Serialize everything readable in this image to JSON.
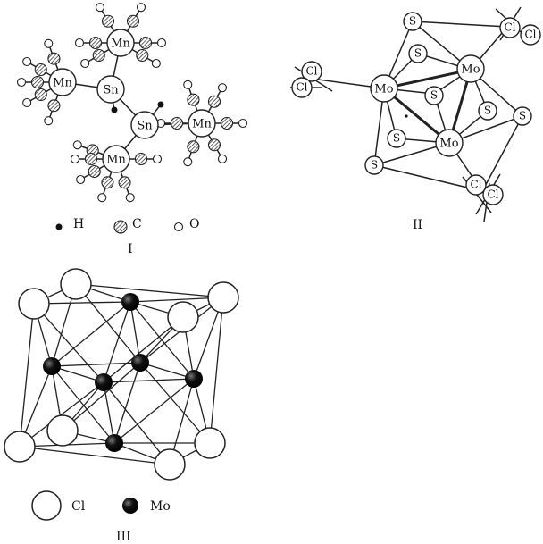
{
  "figure_I": {
    "atom_labels": {
      "mn": "Mn",
      "sn": "Sn"
    },
    "legend": {
      "h": "H",
      "c": "C",
      "o": "O"
    },
    "numeral": "I"
  },
  "figure_II": {
    "atom_labels": {
      "mo": "Mo",
      "s": "S",
      "cl": "Cl"
    },
    "numeral": "II"
  },
  "figure_III": {
    "legend": {
      "cl": "Cl",
      "mo": "Mo"
    },
    "numeral": "III"
  }
}
